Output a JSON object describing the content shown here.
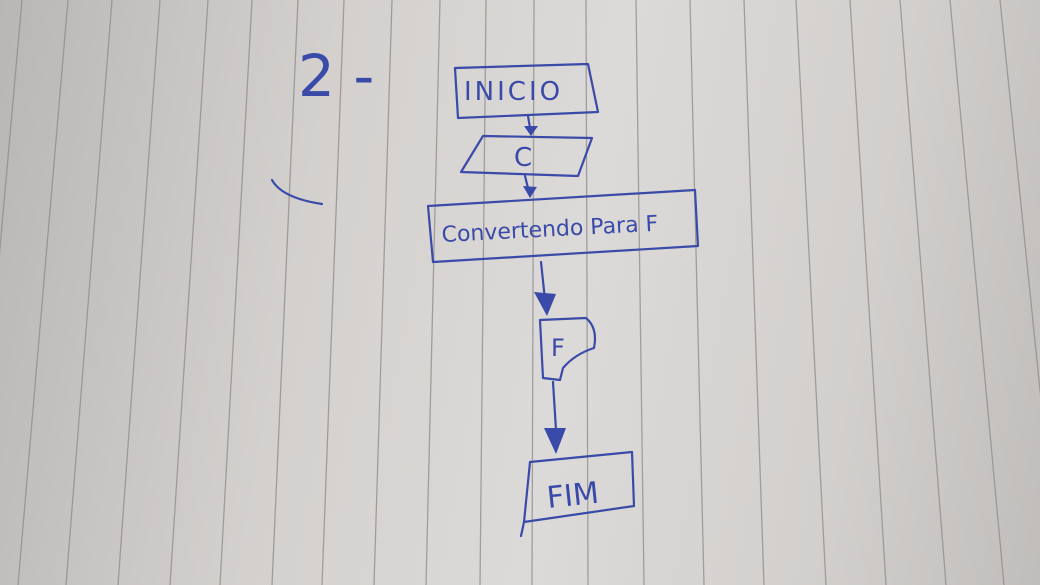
{
  "exercise_number": "2 -",
  "flowchart": {
    "start": "INICIO",
    "input": "C",
    "process": "Convertendo Para F",
    "output": "F",
    "end": "FIM"
  },
  "colors": {
    "ink": "#3a4aa8",
    "paper": "#d6d3d1",
    "rule_line": "#8d8a88"
  }
}
